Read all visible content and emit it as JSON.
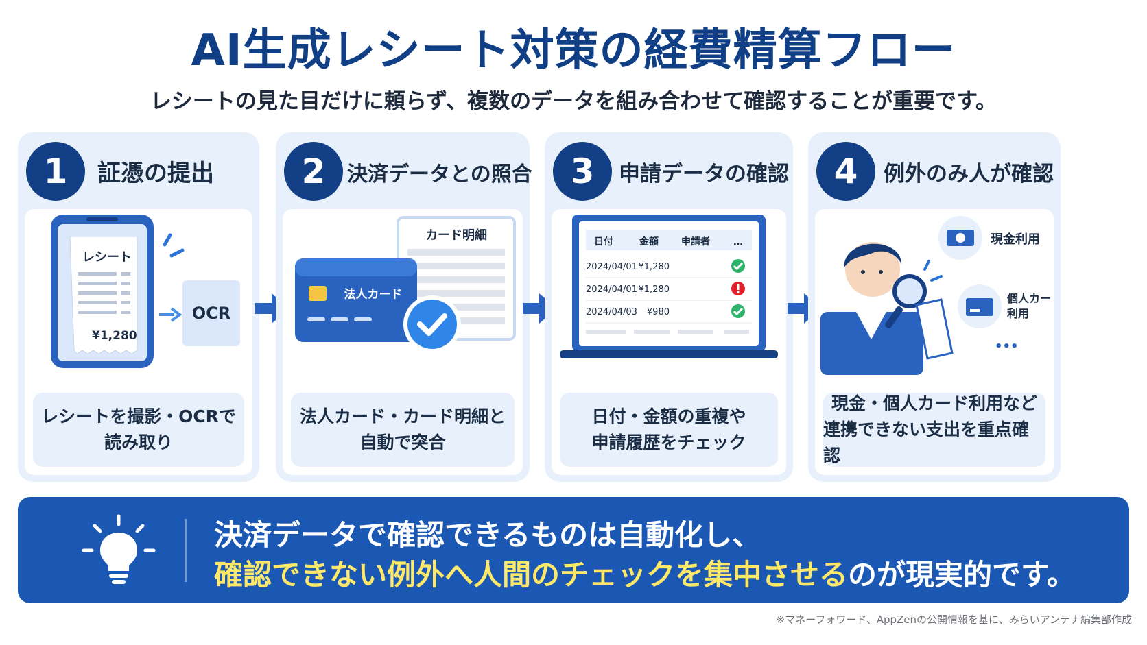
{
  "title": "AI生成レシート対策の経費精算フロー",
  "subtitle": "レシートの見た目だけに頼らず、複数のデータを組み合わせて確認することが重要です。",
  "steps": [
    {
      "number": "1",
      "title": "証憑の提出",
      "caption_line1": "レシートを撮影・OCRで",
      "caption_line2": "読み取り",
      "receipt_label": "レシート",
      "receipt_amount": "¥1,280",
      "ocr_label": "OCR"
    },
    {
      "number": "2",
      "title": "決済データとの照合",
      "caption_line1": "法人カード・カード明細と",
      "caption_line2": "自動で突合",
      "statement_label": "カード明細",
      "card_label": "法人カード"
    },
    {
      "number": "3",
      "title": "申請データの確認",
      "caption_line1": "日付・金額の重複や",
      "caption_line2": "申請履歴をチェック",
      "table": {
        "headers": [
          "日付",
          "金額",
          "申請者",
          "…"
        ],
        "rows": [
          {
            "date": "2024/04/01",
            "amount": "¥1,280",
            "status": "ok"
          },
          {
            "date": "2024/04/01",
            "amount": "¥1,280",
            "status": "alert"
          },
          {
            "date": "2024/04/03",
            "amount": "¥980",
            "status": "ok"
          }
        ]
      }
    },
    {
      "number": "4",
      "title": "例外のみ人が確認",
      "caption_line1": "現金・個人カード利用など",
      "caption_line2": "連携できない支出を重点確認",
      "cash_label": "現金利用",
      "personal_card_line1": "個人カード",
      "personal_card_line2": "利用",
      "more_label": "•••"
    }
  ],
  "banner": {
    "line1": "決済データで確認できるものは自動化し、",
    "line2_highlight": "確認できない例外へ人間のチェックを集中させる",
    "line2_rest": "のが現実的です。"
  },
  "footnote": "※マネーフォワード、AppZenの公開情報を基に、みらいアンテナ編集部作成",
  "colors": {
    "navy": "#123f86",
    "panel_bg": "#e8f1fb",
    "banner_bg": "#1b58b3",
    "highlight": "#fde86a",
    "ok": "#2fb36b",
    "alert": "#e0202a"
  }
}
